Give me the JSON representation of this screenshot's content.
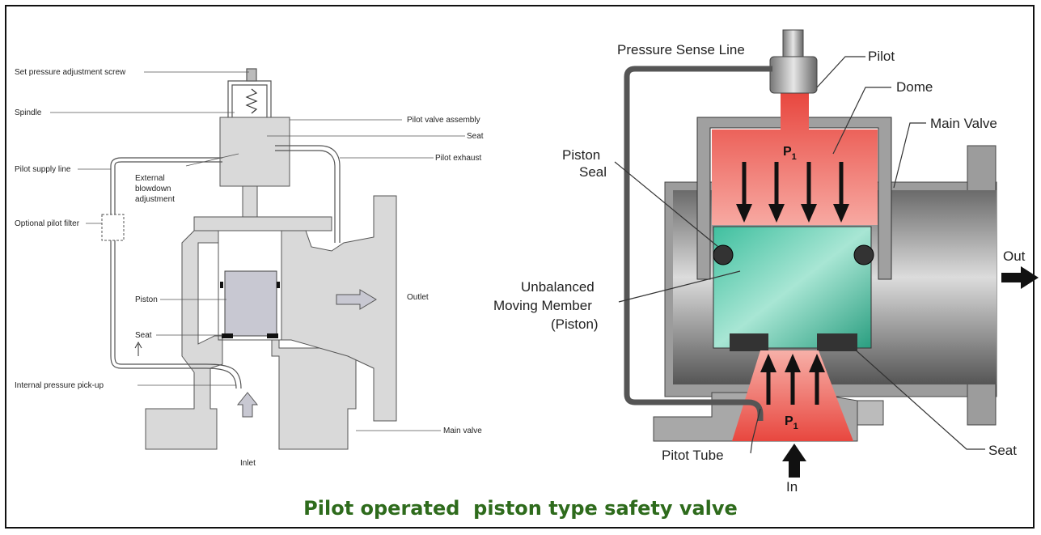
{
  "caption": "Pilot operated  piston type safety valve",
  "left_diagram": {
    "labels": {
      "set_screw": "Set pressure adjustment screw",
      "spindle": "Spindle",
      "pilot_supply": "Pilot supply line",
      "optional_filter": "Optional pilot filter",
      "piston": "Piston",
      "seat": "Seat",
      "internal_pickup": "Internal pressure pick-up",
      "external_blowdown": [
        "External",
        "blowdown",
        "adjustment"
      ],
      "pilot_valve_assembly": "Pilot valve assembly",
      "seat_right": "Seat",
      "pilot_exhaust": "Pilot exhaust",
      "outlet": "Outlet",
      "main_valve": "Main valve",
      "inlet": "Inlet"
    }
  },
  "right_diagram": {
    "labels": {
      "pressure_sense_line": "Pressure Sense Line",
      "pilot": "Pilot",
      "dome": "Dome",
      "main_valve": "Main Valve",
      "piston_seal": [
        "Piston",
        "Seal"
      ],
      "unbalanced": [
        "Unbalanced",
        "Moving Member",
        "(Piston)"
      ],
      "out": "Out",
      "p1_top": "P",
      "p1_top_sub": "1",
      "p1_bottom": "P",
      "p1_bottom_sub": "1",
      "pitot_tube": "Pitot Tube",
      "in": "In",
      "seat": "Seat"
    }
  }
}
